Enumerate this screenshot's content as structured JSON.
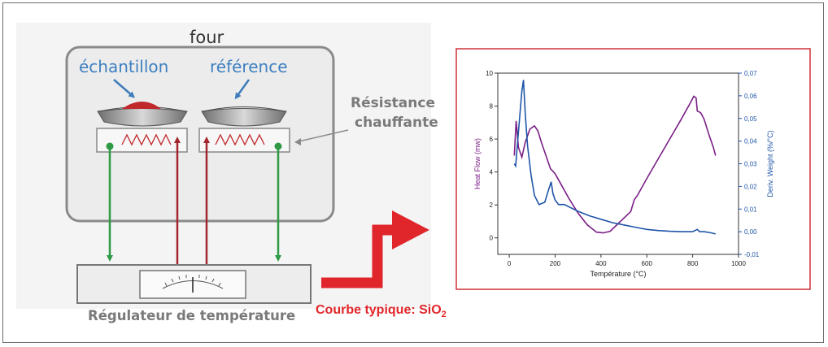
{
  "apparatus": {
    "four_label": "four",
    "sample_label": "échantillon",
    "reference_label": "référence",
    "resistance_label_line1": "Résistance",
    "resistance_label_line2": "chauffante",
    "regulator_label": "Régulateur de température"
  },
  "caption": {
    "text": "Courbe typique: SiO",
    "subscript": "2"
  },
  "colors": {
    "sample_red": "#c0282c",
    "arrow_green": "#2e9a45",
    "arrow_darkred": "#a3262d",
    "arrow_blue": "#3f7cba",
    "big_arrow_red": "#e0262b",
    "curve_purple": "#7a1f86",
    "curve_blue": "#1f55a8",
    "chart_border": "#d0303a"
  },
  "chart_data": {
    "type": "line",
    "xlabel": "Température (°C)",
    "ylabel": "Heat Flow (mw)",
    "y2label": "Deriv. Weight (%/°C)",
    "xlim": [
      -50,
      1000
    ],
    "ylim": [
      -1,
      10
    ],
    "y2lim": [
      -0.01,
      0.07
    ],
    "x_ticks": [
      0,
      200,
      400,
      600,
      800,
      1000
    ],
    "y_ticks": [
      0,
      2,
      4,
      6,
      8,
      10
    ],
    "y2_ticks": [
      "-0,01",
      "0,00",
      "0,01",
      "0,02",
      "0,03",
      "0,04",
      "0,05",
      "0,06",
      "0,07"
    ],
    "grid": false,
    "series": [
      {
        "axis": "left",
        "color": "#7a1f86",
        "x": [
          22,
          30,
          40,
          55,
          70,
          90,
          110,
          125,
          140,
          160,
          180,
          200,
          220,
          260,
          300,
          340,
          380,
          410,
          440,
          470,
          500,
          530,
          545,
          560,
          600,
          650,
          700,
          750,
          790,
          805,
          815,
          820,
          835,
          850,
          870,
          890,
          900
        ],
        "y": [
          5.0,
          7.1,
          5.5,
          4.9,
          5.8,
          6.6,
          6.8,
          6.5,
          5.8,
          5.0,
          4.2,
          3.9,
          3.4,
          2.4,
          1.5,
          0.8,
          0.35,
          0.3,
          0.4,
          0.8,
          1.2,
          1.6,
          2.3,
          2.6,
          3.6,
          4.8,
          6.0,
          7.2,
          8.2,
          8.6,
          8.5,
          7.7,
          7.6,
          7.2,
          6.3,
          5.5,
          5.0
        ]
      },
      {
        "axis": "right",
        "color": "#1f55a8",
        "x": [
          22,
          28,
          35,
          45,
          55,
          62,
          70,
          80,
          95,
          110,
          130,
          155,
          170,
          183,
          190,
          200,
          215,
          240,
          300,
          350,
          400,
          450,
          500,
          550,
          600,
          650,
          700,
          750,
          800,
          820,
          830,
          850,
          880,
          900
        ],
        "y": [
          0.03,
          0.029,
          0.038,
          0.05,
          0.062,
          0.067,
          0.052,
          0.038,
          0.025,
          0.016,
          0.012,
          0.013,
          0.018,
          0.022,
          0.017,
          0.014,
          0.012,
          0.012,
          0.009,
          0.007,
          0.0055,
          0.004,
          0.003,
          0.002,
          0.001,
          0.0005,
          0.0002,
          0.0,
          0.0,
          0.001,
          0.0,
          0.0,
          -0.0005,
          -0.001
        ]
      }
    ]
  }
}
